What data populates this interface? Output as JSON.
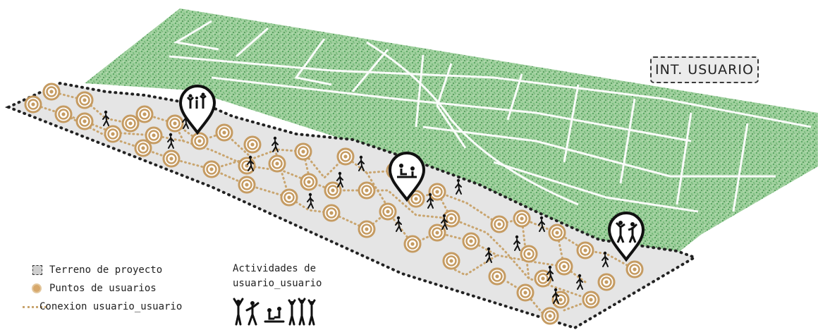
{
  "title": "INT. USUARIO",
  "legend": {
    "items": [
      {
        "label": "Terreno de proyecto",
        "icon": "gray-square-icon"
      },
      {
        "label": "Puntos de usuarios",
        "icon": "user-point-icon"
      },
      {
        "label": "Conexion usuario_usuario",
        "icon": "dotted-line-icon"
      }
    ]
  },
  "activities": {
    "title_line1": "Actividades de",
    "title_line2": "usuario_usuario",
    "icons": [
      "people-celebrating-icon",
      "people-dancing-icon",
      "people-sitting-icon",
      "group-cheering-icon"
    ]
  },
  "colors": {
    "park_green": "#5aa55a",
    "terrain_gray": "#e6e6e6",
    "point_fill": "#c9a36c",
    "connection": "#c9a56f",
    "border": "#222222"
  }
}
